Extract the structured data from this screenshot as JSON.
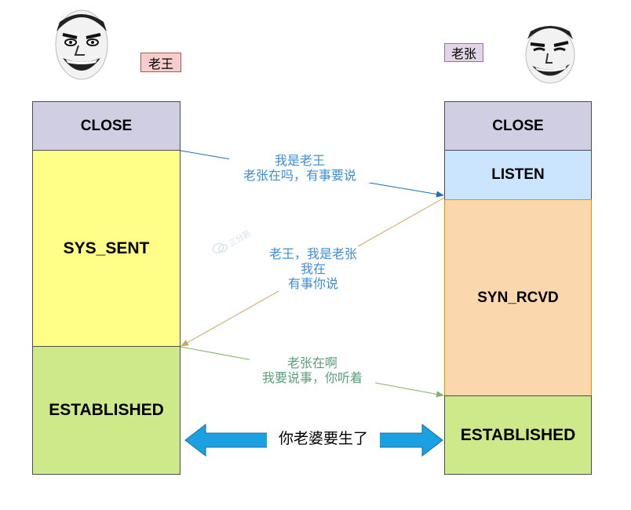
{
  "left_actor": {
    "name": "老王",
    "states": {
      "close": "CLOSE",
      "sys_sent": "SYS_SENT",
      "established": "ESTABLISHED"
    }
  },
  "right_actor": {
    "name": "老张",
    "states": {
      "close": "CLOSE",
      "listen": "LISTEN",
      "syn_rcvd": "SYN_RCVD",
      "established": "ESTABLISHED"
    }
  },
  "messages": {
    "m1": [
      "我是老王",
      "老张在吗，有事要说"
    ],
    "m2": [
      "老王，我是老张",
      "我在",
      "有事你说"
    ],
    "m3": [
      "老张在啊",
      "我要说事，你听着"
    ]
  },
  "connection_label": "你老婆要生了",
  "watermark": "三分恶",
  "colors": {
    "close": "#d0cee2",
    "sys_sent": "#ffff88",
    "established": "#cde989",
    "listen": "#cce5ff",
    "syn_rcvd": "#fad7ac",
    "msg1": "#3d8fd1",
    "msg2": "#c8a860",
    "msg2_text": "#3d8fd1",
    "msg3": "#82b366",
    "msg3_text": "#5a9e7a",
    "double_arrow": "#1ba1e2",
    "tag_left_bg": "#f8cecc",
    "tag_left_border": "#b85450",
    "tag_right_bg": "#e1d5e7",
    "tag_right_border": "#9673a6"
  }
}
